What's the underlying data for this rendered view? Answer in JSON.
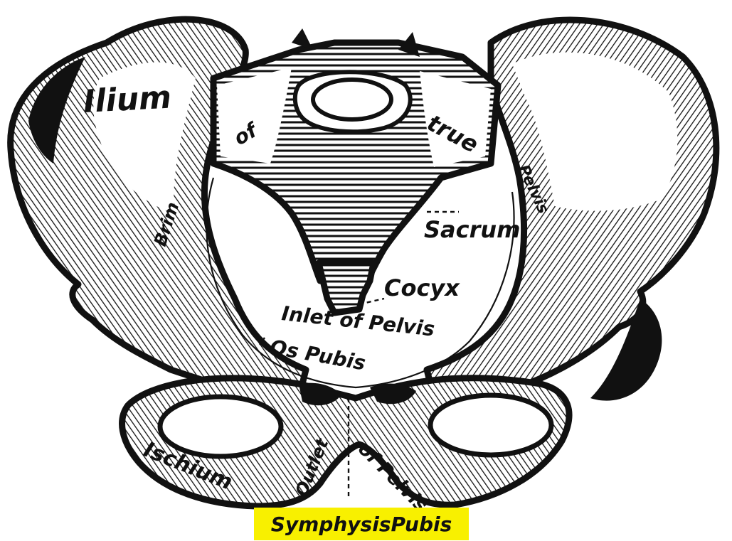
{
  "labels": {
    "ilium": "Ilium",
    "brim": "Brim",
    "of": "of",
    "true": "true",
    "pelvis_upper": "Pelvis",
    "sacrum": "Sacrum",
    "cocyx": "Cocyx",
    "inlet_of_pelvis": "Inlet of Pelvis",
    "os_pubis": "Os Pubis",
    "ischium": "Ischium",
    "outlet": "Outlet",
    "of_pelvis": "of Pelvis",
    "symphysis_pubis": "SymphysisPubis"
  },
  "colors": {
    "ink": "#111111",
    "background": "#ffffff",
    "highlight": "#f8f000"
  }
}
